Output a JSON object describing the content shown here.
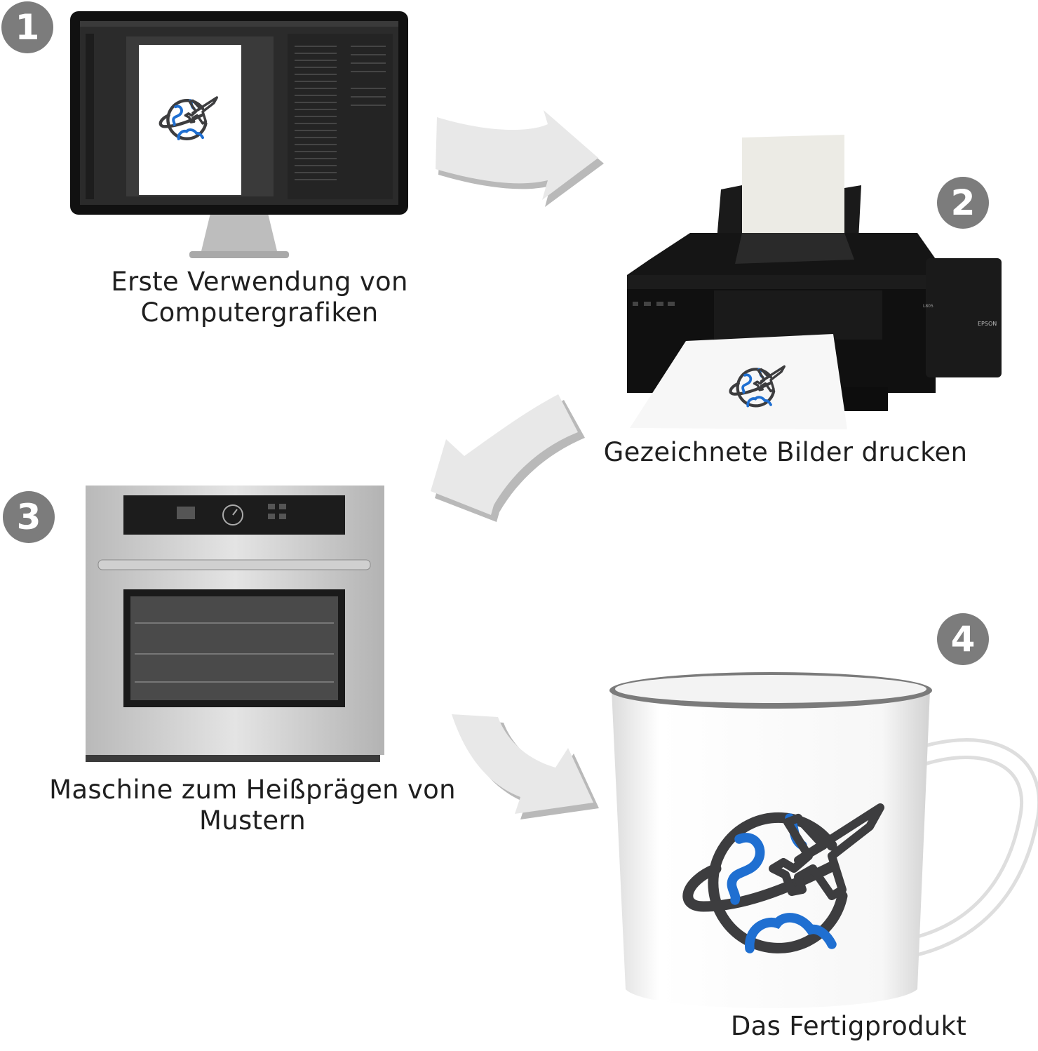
{
  "steps": [
    {
      "number": "1",
      "caption_lines": [
        "Erste Verwendung von",
        "Computergrafiken"
      ]
    },
    {
      "number": "2",
      "caption_lines": [
        "Gezeichnete Bilder drucken"
      ]
    },
    {
      "number": "3",
      "caption_lines": [
        "Maschine zum Heißprägen von",
        "Mustern"
      ]
    },
    {
      "number": "4",
      "caption_lines": [
        "Das Fertigprodukt"
      ]
    }
  ],
  "printer_brand": "EPSON",
  "printer_model": "L805",
  "colors": {
    "badge": "#7c7c7c",
    "logo_gray": "#3d3d3f",
    "logo_blue": "#1f6fd1",
    "arrow": "#cfcfcf"
  }
}
